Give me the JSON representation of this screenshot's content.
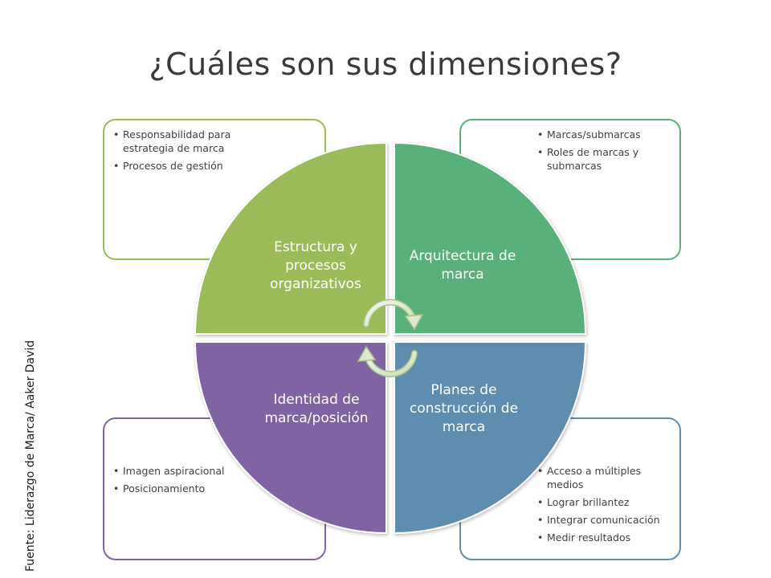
{
  "title": "¿Cuáles son sus dimensiones?",
  "source": "Fuente: Liderazgo de Marca/ Aaker David",
  "quadrants": [
    {
      "label": "Estructura y procesos organizativos",
      "color": "#9bbb59",
      "bullets": [
        "Responsabilidad para estrategia de marca",
        "Procesos de gestión"
      ]
    },
    {
      "label": "Arquitectura de marca",
      "color": "#5ab07a",
      "bullets": [
        "Marcas/submarcas",
        "Roles de marcas y submarcas"
      ]
    },
    {
      "label": "Identidad de marca/posición",
      "color": "#8064a2",
      "bullets": [
        "Imagen aspiracional",
        "Posicionamiento"
      ]
    },
    {
      "label": "Planes de construcción de marca",
      "color": "#5f8db0",
      "bullets": [
        "Acceso a múltiples medios",
        "Lograr brillantez",
        "Integrar comunicación",
        "Medir resultados"
      ]
    }
  ],
  "cycle_icon": "circular-arrows-icon"
}
